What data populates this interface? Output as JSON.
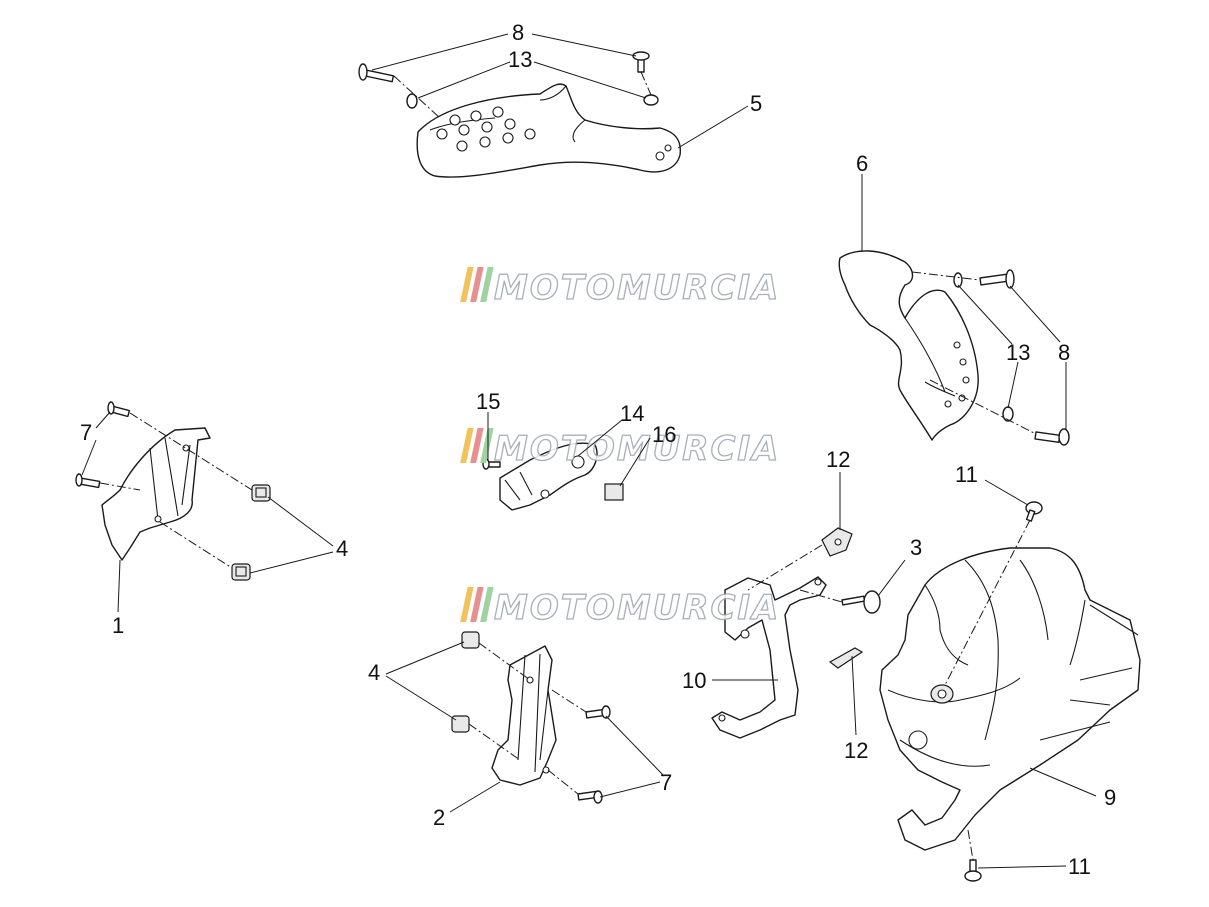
{
  "diagram": {
    "watermark": {
      "text": "MOTOMURCIA",
      "stripe_colors": [
        "#f0c35b",
        "#e88f8f",
        "#9fd3a0"
      ]
    },
    "callouts": {
      "c1": "1",
      "c2": "2",
      "c3": "3",
      "c4a": "4",
      "c4b": "4",
      "c5": "5",
      "c6": "6",
      "c7a": "7",
      "c7b": "7",
      "c8a": "8",
      "c8b": "8",
      "c9": "9",
      "c10": "10",
      "c11a": "11",
      "c11b": "11",
      "c12a": "12",
      "c12b": "12",
      "c13a": "13",
      "c13b": "13",
      "c14": "14",
      "c15": "15",
      "c16": "16"
    }
  }
}
